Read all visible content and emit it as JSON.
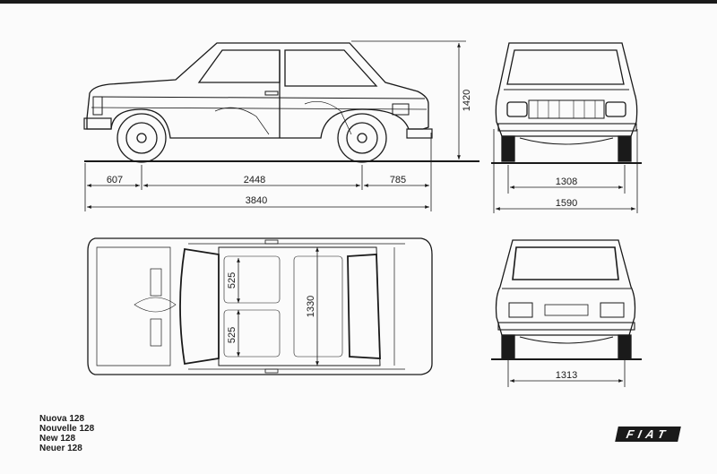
{
  "dimensions": {
    "front_overhang": "607",
    "wheelbase": "2448",
    "rear_overhang": "785",
    "overall_length": "3840",
    "height": "1420",
    "front_track": "1308",
    "overall_width": "1590",
    "rear_track": "1313",
    "seat_width_upper": "525",
    "seat_width_lower": "525",
    "interior_width": "1330"
  },
  "caption": [
    "Nuova 128",
    "Nouvelle 128",
    "New 128",
    "Neuer 128"
  ],
  "brand_logo": "FIAT",
  "colors": {
    "ink": "#1a1a1a",
    "paper": "#fbfbfb"
  }
}
